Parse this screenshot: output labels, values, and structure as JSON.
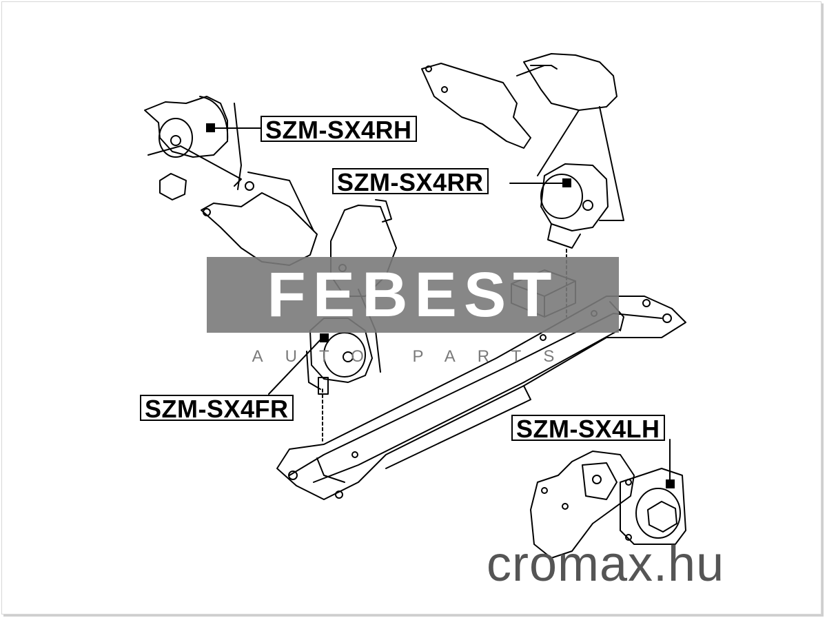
{
  "labels": {
    "rh": "SZM-SX4RH",
    "rr": "SZM-SX4RR",
    "fr": "SZM-SX4FR",
    "lh": "SZM-SX4LH"
  },
  "watermark": {
    "brand": "FEBEST",
    "tagline": "AUTO PARTS"
  },
  "website": "cromax.hu",
  "colors": {
    "line": "#000000",
    "logo_band": "#7a7a7a",
    "watermark_text": "#555555"
  }
}
